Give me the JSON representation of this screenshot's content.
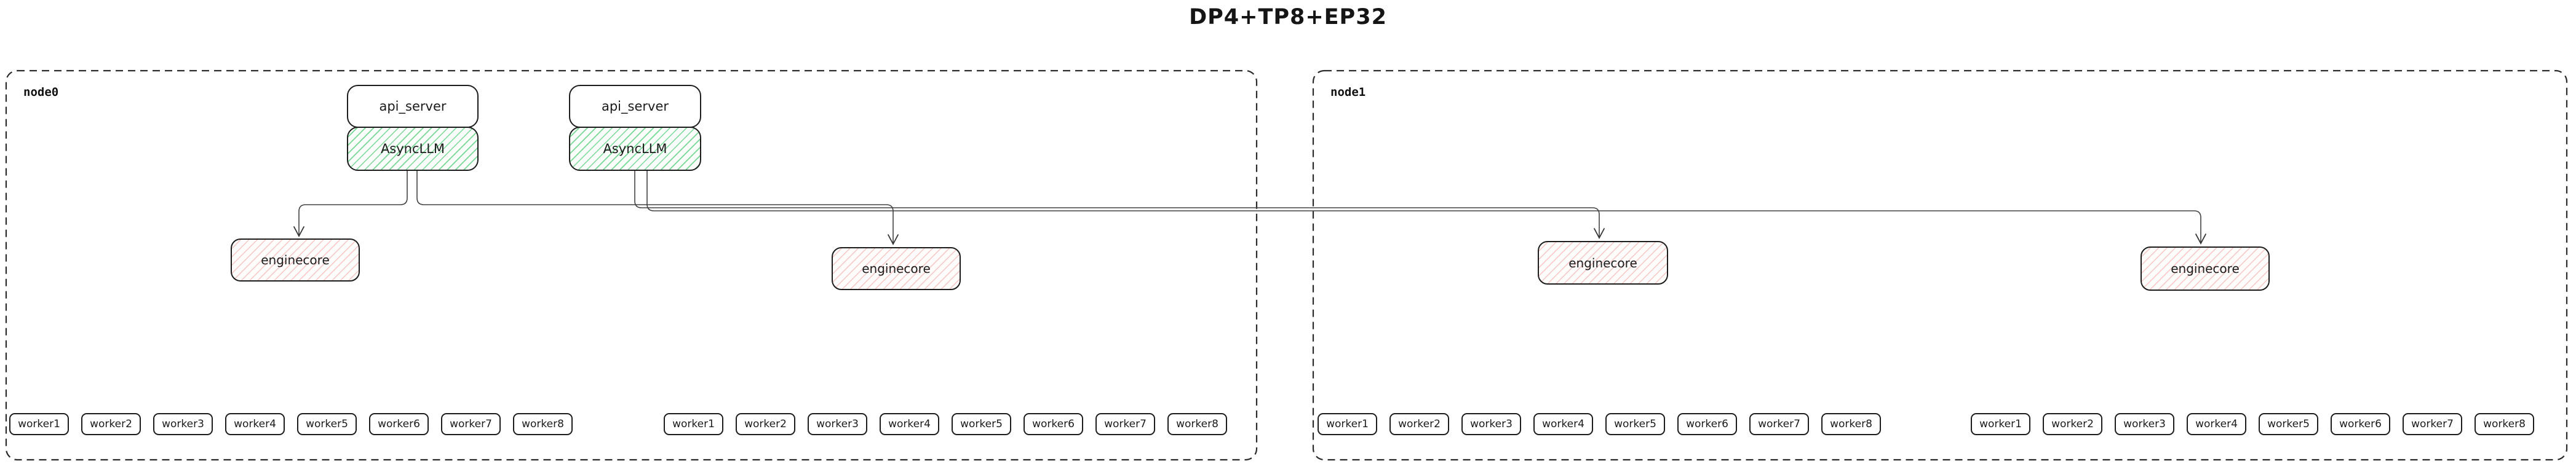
{
  "title": "DP4+TP8+EP32",
  "colors": {
    "background": "#ffffff",
    "box_border": "#1c1c1c",
    "node_dashed_border": "#2a2a2a",
    "edge": "#424242",
    "asyncllm_hatch_green": "#61d184",
    "enginecore_hatch_red": "#f08080",
    "text": "#1b1b1b"
  },
  "nodes": [
    {
      "label": "node0",
      "api_stacks": [
        {
          "api_server": "api_server",
          "async_llm": "AsyncLLM"
        },
        {
          "api_server": "api_server",
          "async_llm": "AsyncLLM"
        }
      ],
      "enginecores": [
        "enginecore",
        "enginecore"
      ],
      "worker_groups": [
        [
          "worker1",
          "worker2",
          "worker3",
          "worker4",
          "worker5",
          "worker6",
          "worker7",
          "worker8"
        ],
        [
          "worker1",
          "worker2",
          "worker3",
          "worker4",
          "worker5",
          "worker6",
          "worker7",
          "worker8"
        ]
      ]
    },
    {
      "label": "node1",
      "api_stacks": [],
      "enginecores": [
        "enginecore",
        "enginecore"
      ],
      "worker_groups": [
        [
          "worker1",
          "worker2",
          "worker3",
          "worker4",
          "worker5",
          "worker6",
          "worker7",
          "worker8"
        ],
        [
          "worker1",
          "worker2",
          "worker3",
          "worker4",
          "worker5",
          "worker6",
          "worker7",
          "worker8"
        ]
      ]
    }
  ],
  "edges": [
    {
      "from": "node0 AsyncLLM 1",
      "to": "node0 enginecore 1"
    },
    {
      "from": "node0 AsyncLLM 1",
      "to": "node0 enginecore 2"
    },
    {
      "from": "node0 AsyncLLM 2",
      "to": "node1 enginecore 1"
    },
    {
      "from": "node0 AsyncLLM 2",
      "to": "node1 enginecore 2"
    }
  ]
}
